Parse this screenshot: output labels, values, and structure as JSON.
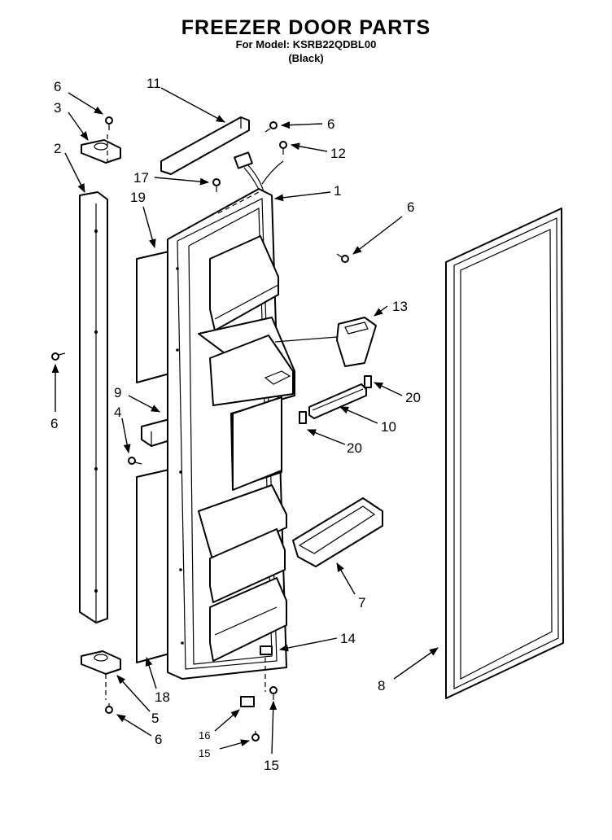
{
  "header": {
    "title": "FREEZER DOOR PARTS",
    "model": "For Model: KSRB22QDBL00",
    "color": "(Black)"
  },
  "callouts": [
    "1",
    "2",
    "3",
    "4",
    "5",
    "6",
    "7",
    "8",
    "9",
    "10",
    "11",
    "12",
    "13",
    "14",
    "15",
    "16",
    "17",
    "18",
    "19",
    "20"
  ]
}
